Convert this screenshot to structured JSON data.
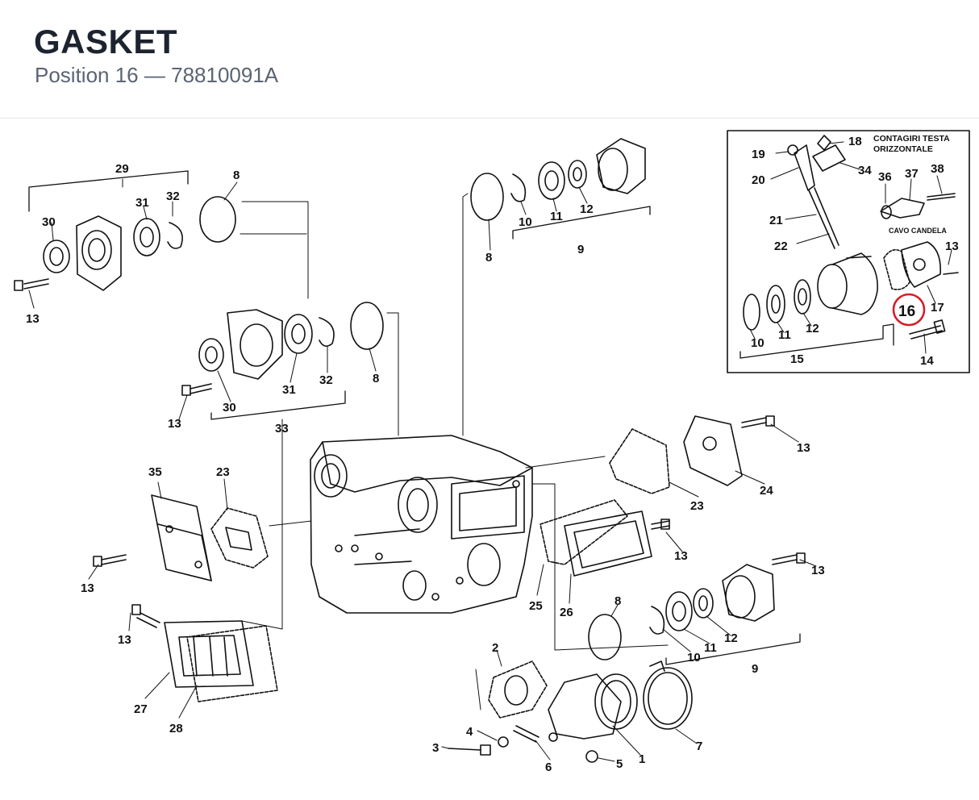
{
  "header": {
    "title": "GASKET",
    "position_label": "Position 16",
    "separator": "—",
    "part_number": "78810091A"
  },
  "inset": {
    "title_line1": "CONTAGIRI TESTA",
    "title_line2": "ORIZZONTALE",
    "cable_label": "CAVO CANDELA",
    "highlighted_position": "16",
    "highlight_color": "#d0202a"
  },
  "callouts": {
    "c1": "1",
    "c2": "2",
    "c3": "3",
    "c4": "4",
    "c5": "5",
    "c6": "6",
    "c7": "7",
    "c8": "8",
    "c9": "9",
    "c10": "10",
    "c11": "11",
    "c12": "12",
    "c13": "13",
    "c14": "14",
    "c15": "15",
    "c16": "16",
    "c17": "17",
    "c18": "18",
    "c19": "19",
    "c20": "20",
    "c21": "21",
    "c22": "22",
    "c23": "23",
    "c24": "24",
    "c25": "25",
    "c26": "26",
    "c27": "27",
    "c28": "28",
    "c29": "29",
    "c30": "30",
    "c31": "31",
    "c32": "32",
    "c33": "33",
    "c34": "34",
    "c35": "35",
    "c36": "36",
    "c37": "37",
    "c38": "38"
  }
}
